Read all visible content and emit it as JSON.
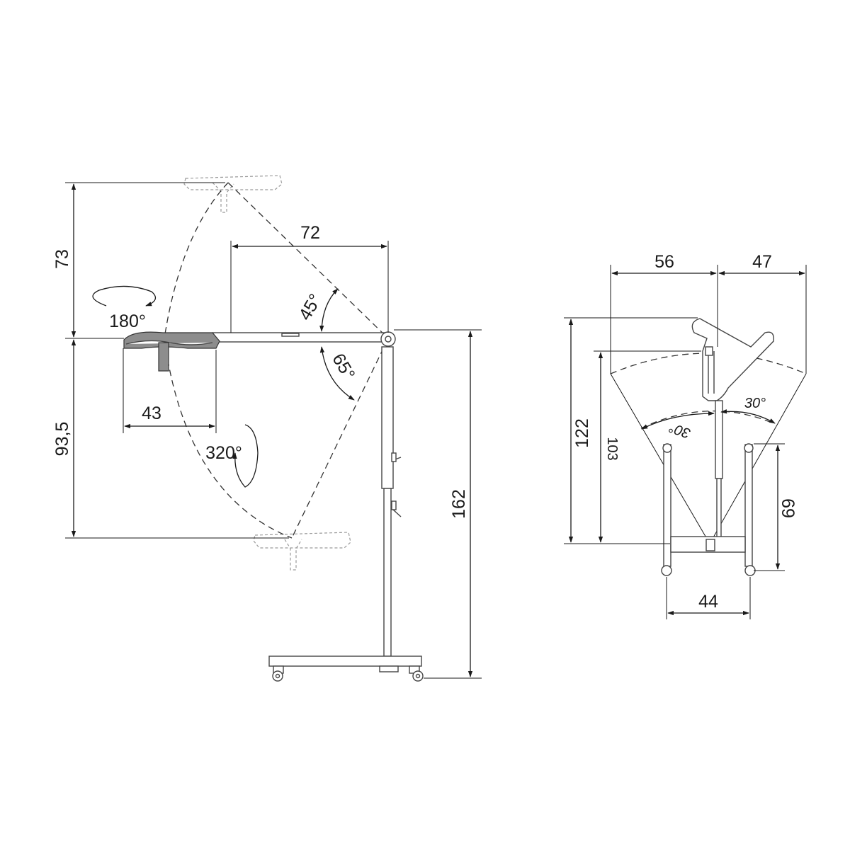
{
  "side_view": {
    "dim_73": "73",
    "dim_72": "72",
    "dim_43": "43",
    "dim_935": "93,5",
    "dim_162": "162",
    "angle_45": "45°",
    "angle_65": "65°",
    "rot_180": "180°",
    "rot_320": "320°"
  },
  "front_view": {
    "dim_56": "56",
    "dim_47": "47",
    "dim_122": "122",
    "dim_103": "103",
    "dim_69": "69",
    "dim_44": "44",
    "angle_30_right": "30°",
    "angle_30_left": "30°"
  }
}
